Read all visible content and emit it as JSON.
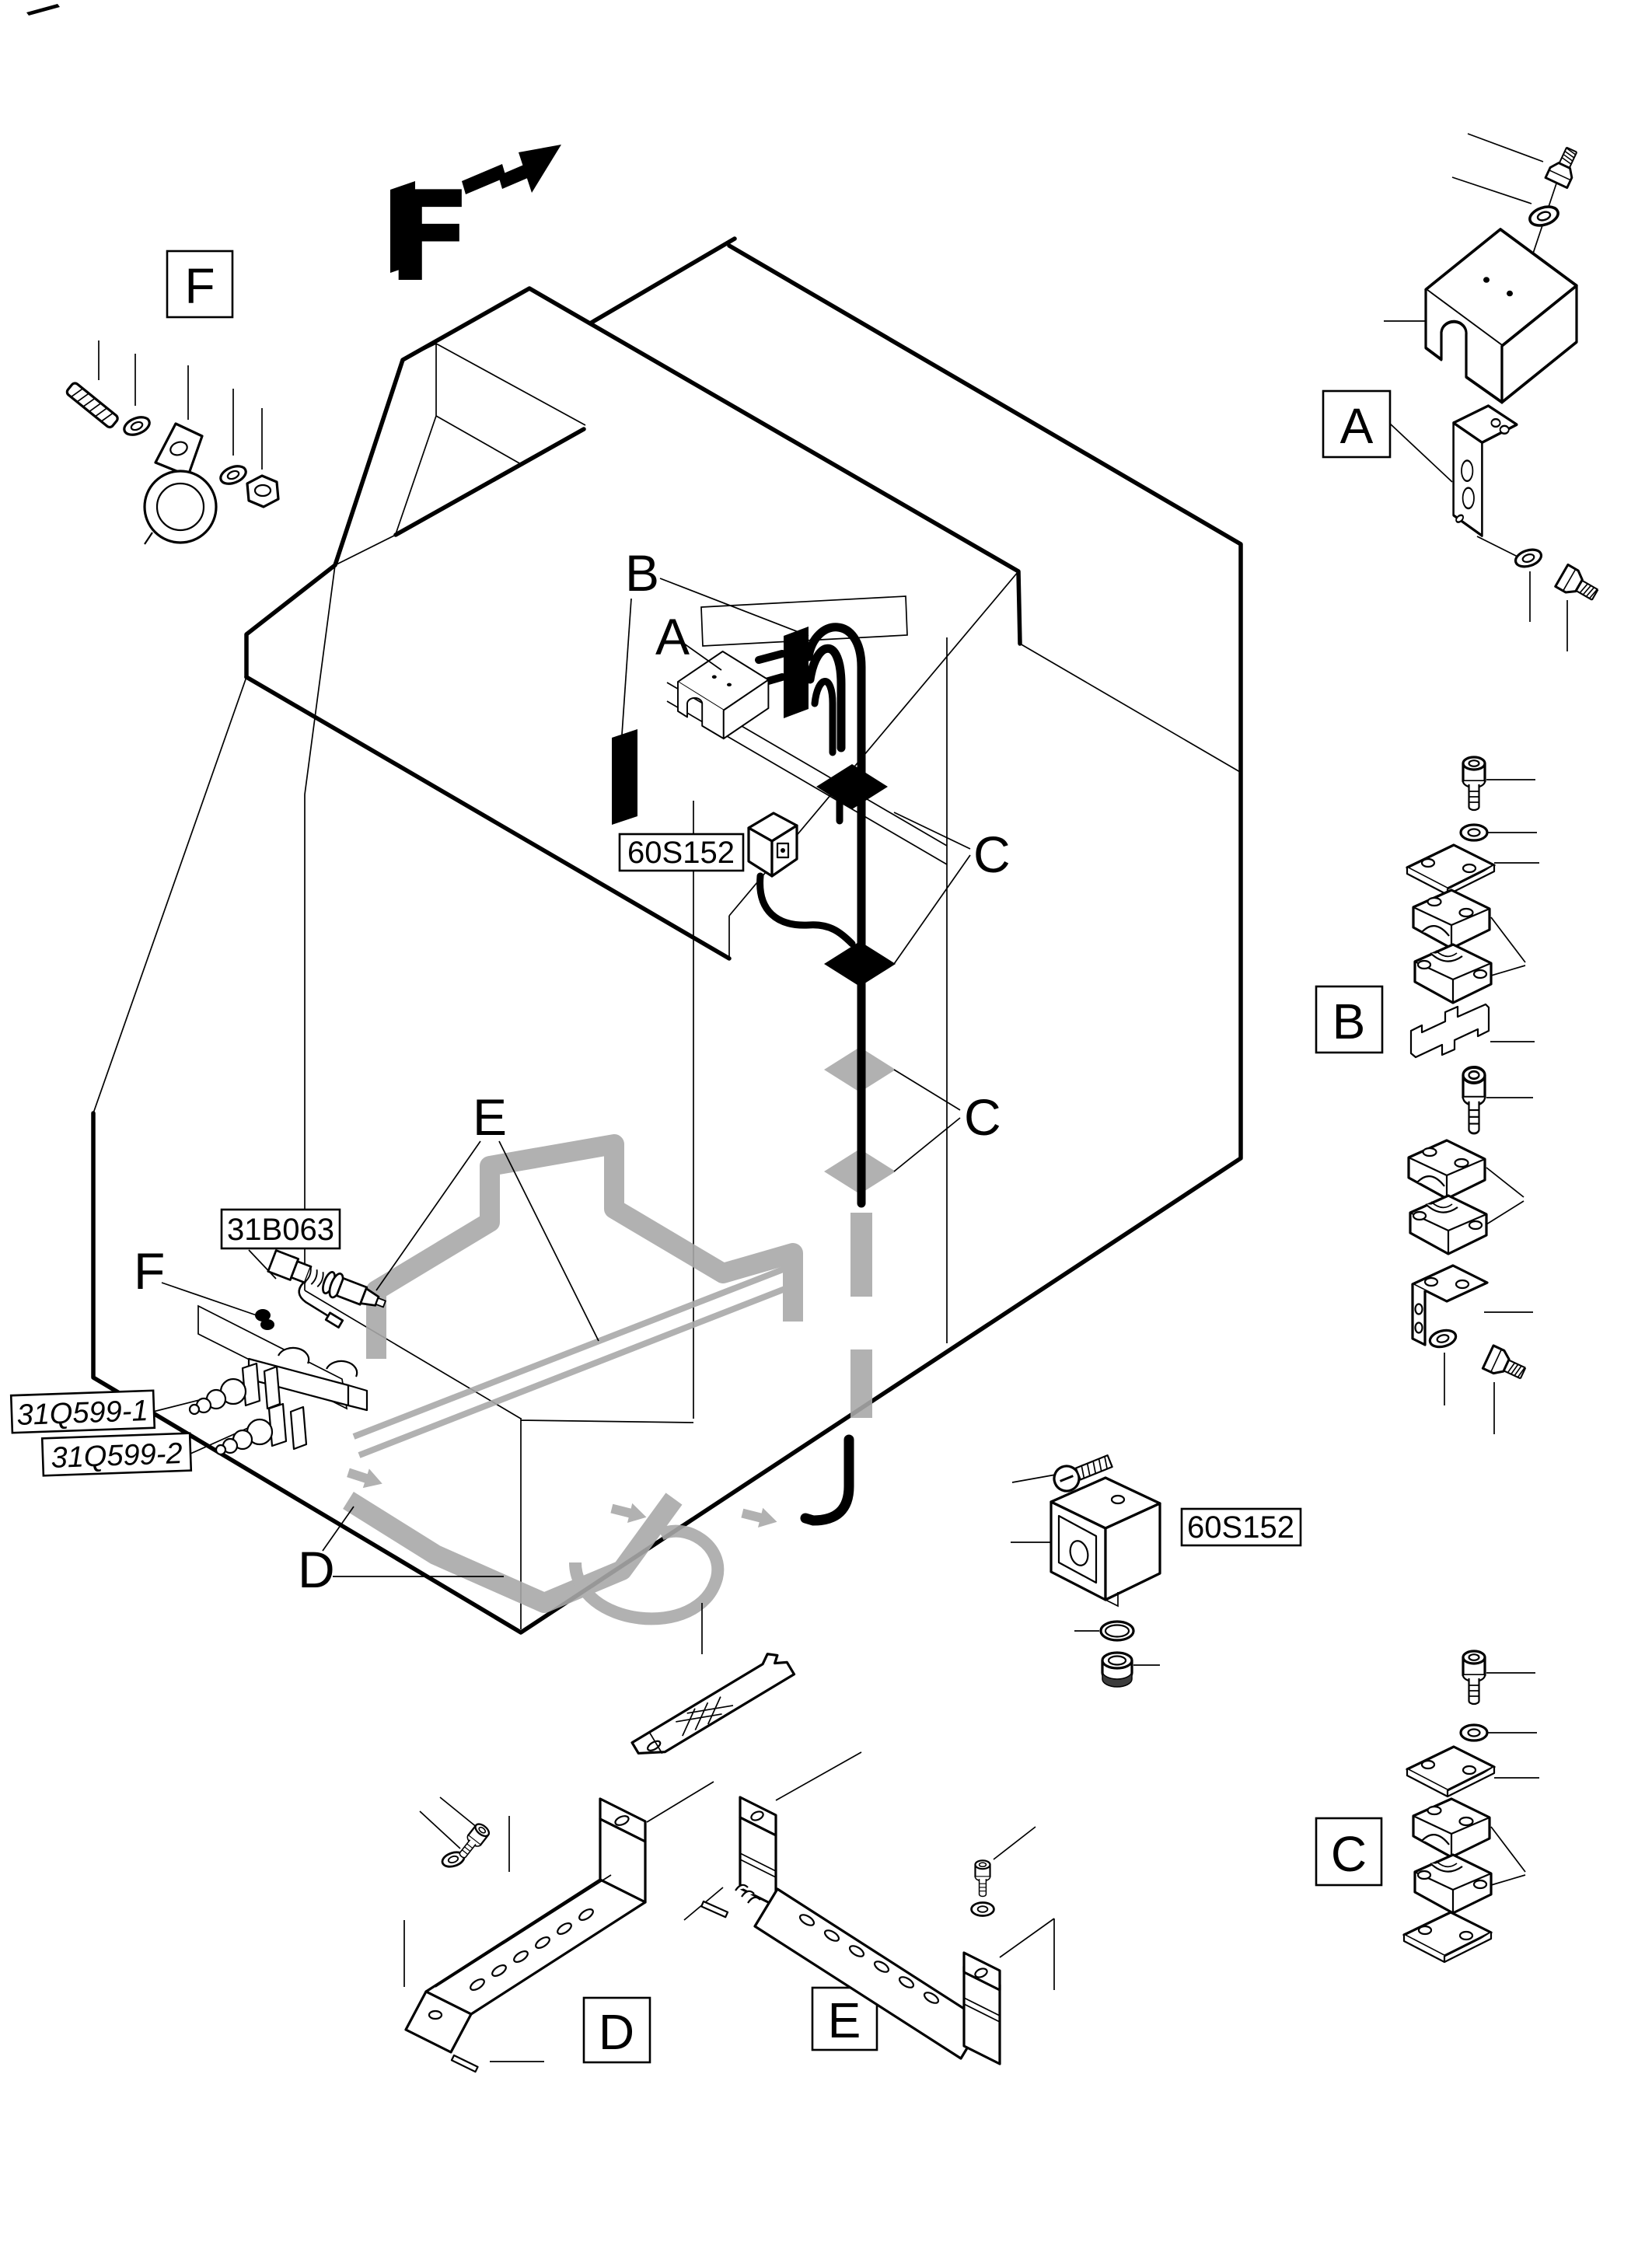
{
  "figure": {
    "kind": "exploded-parts-diagram",
    "background": "#ffffff",
    "ink_color": "#000000",
    "halftone_color": "#a9a9a9"
  },
  "direction": {
    "big_letter": "F"
  },
  "detail_boxes": {
    "a": "A",
    "b": "B",
    "c": "C",
    "d": "D",
    "e": "E",
    "f": "F"
  },
  "callouts": {
    "a": "A",
    "b": "B",
    "c_upper": "C",
    "c_lower": "C",
    "d": "D",
    "e": "E",
    "f": "F"
  },
  "part_numbers": {
    "connector_upper": "60S152",
    "connector_lower": "60S152",
    "valve": "31B063",
    "manifold_1": "31Q599-1",
    "manifold_2": "31Q599-2"
  }
}
